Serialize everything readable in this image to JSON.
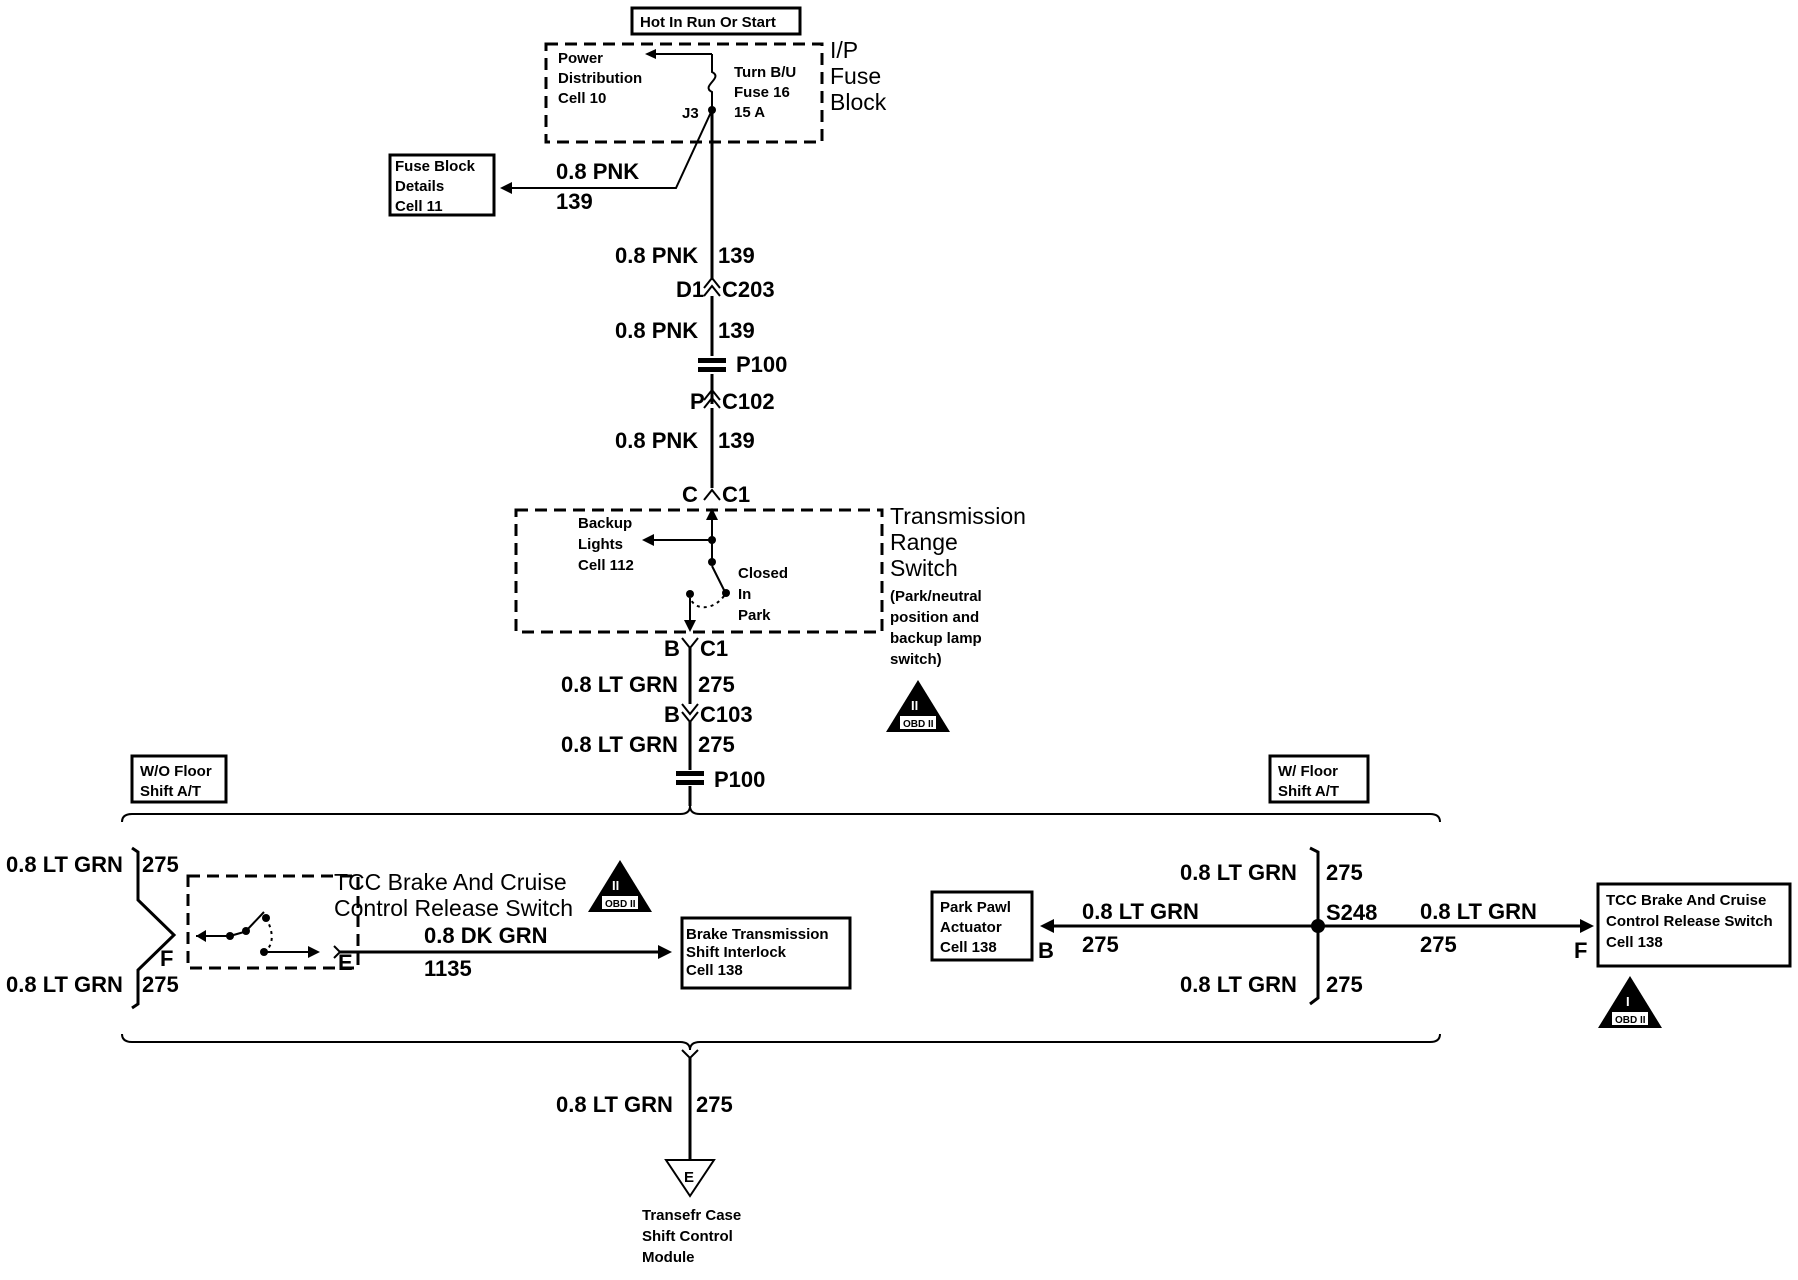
{
  "power": {
    "hot_label": "Hot In Run Or Start",
    "pdc_lines": [
      "Power",
      "Distribution",
      "Cell 10"
    ],
    "fuse_lines": [
      "Turn B/U",
      "Fuse 16",
      "15 A"
    ],
    "fuse_terminal": "J3",
    "block_lines": [
      "I/P",
      "Fuse",
      "Block"
    ]
  },
  "fuse_details": {
    "lines": [
      "Fuse Block",
      "Details",
      "Cell 11"
    ],
    "wire": "0.8 PNK",
    "circuit": "139"
  },
  "main_wire": {
    "seg1_wire": "0.8 PNK",
    "seg1_circuit": "139",
    "c203_pin": "D1",
    "c203": "C203",
    "seg2_wire": "0.8 PNK",
    "seg2_circuit": "139",
    "p100_top": "P100",
    "c102_pin": "P",
    "c102": "C102",
    "seg3_wire": "0.8 PNK",
    "seg3_circuit": "139",
    "c1_top_pin": "C",
    "c1_top": "C1"
  },
  "trans_switch": {
    "title_lines": [
      "Transmission",
      "Range",
      "Switch"
    ],
    "desc_lines": [
      "(Park/neutral",
      "position and",
      "backup lamp",
      "switch)"
    ],
    "backup_lines": [
      "Backup",
      "Lights",
      "Cell 112"
    ],
    "state_lines": [
      "Closed",
      "In",
      "Park"
    ],
    "obd_label": "OBD II",
    "obd_mark": "II"
  },
  "lower_wire": {
    "c1_pin": "B",
    "c1": "C1",
    "seg1_wire": "0.8 LT GRN",
    "seg1_circuit": "275",
    "c103_pin": "B",
    "c103": "C103",
    "seg2_wire": "0.8 LT GRN",
    "seg2_circuit": "275",
    "p100": "P100"
  },
  "wo_floor": {
    "tag_lines": [
      "W/O Floor",
      "Shift A/T"
    ],
    "top_wire": "0.8 LT GRN",
    "top_circuit": "275",
    "bot_wire": "0.8 LT GRN",
    "bot_circuit": "275",
    "pin_f": "F",
    "pin_e": "E",
    "switch_lines": [
      "TCC Brake And Cruise",
      "Control Release Switch"
    ],
    "out_wire": "0.8 DK GRN",
    "out_circuit": "1135",
    "bti_lines": [
      "Brake Transmission",
      "Shift Interlock",
      "Cell 138"
    ],
    "obd_label": "OBD II",
    "obd_mark": "II"
  },
  "w_floor": {
    "tag_lines": [
      "W/ Floor",
      "Shift A/T"
    ],
    "top_wire": "0.8 LT GRN",
    "top_circuit": "275",
    "bot_wire": "0.8 LT GRN",
    "bot_circuit": "275",
    "splice": "S248",
    "left_wire": "0.8 LT GRN",
    "left_circuit": "275",
    "right_wire": "0.8 LT GRN",
    "right_circuit": "275",
    "park_lines": [
      "Park Pawl",
      "Actuator",
      "Cell 138"
    ],
    "park_pin": "B",
    "tcc_lines": [
      "TCC Brake And Cruise",
      "Control Release Switch",
      "Cell 138"
    ],
    "tcc_pin": "F",
    "obd_label": "OBD II",
    "obd_mark": "I"
  },
  "bottom": {
    "wire": "0.8 LT GRN",
    "circuit": "275",
    "ground_pin": "E",
    "module_lines": [
      "Transefr Case",
      "Shift Control",
      "Module"
    ]
  }
}
